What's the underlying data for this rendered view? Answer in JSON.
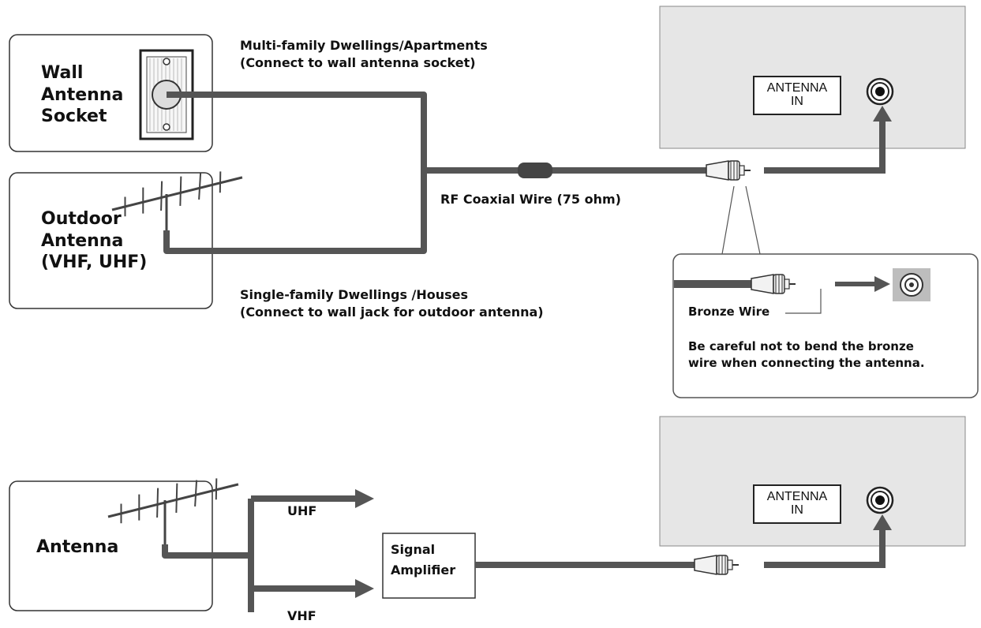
{
  "top_section": {
    "wall_socket_label": "Wall\nAntenna\nSocket",
    "outdoor_antenna_label": "Outdoor\nAntenna\n(VHF, UHF)",
    "multi_family_label": "Multi-family Dwellings/Apartments\n(Connect to wall antenna socket)",
    "rf_wire_label": "RF Coaxial Wire (75 ohm)",
    "single_family_label": "Single-family Dwellings /Houses\n(Connect to wall jack for outdoor antenna)",
    "tv_port_label": "ANTENNA\nIN"
  },
  "inset": {
    "bronze_wire_label": "Bronze Wire",
    "caution_text": "Be careful not to bend the bronze\nwire when connecting the antenna."
  },
  "bottom_section": {
    "antenna_label": "Antenna",
    "uhf_label": "UHF",
    "vhf_label": "VHF",
    "amplifier_label": "Signal\nAmplifier",
    "tv_port_label": "ANTENNA\nIN"
  },
  "colors": {
    "cable": "#555555",
    "tv_panel": "#e6e6e6",
    "box_border": "#333333",
    "bronze_tip": "#bdbdbd"
  }
}
